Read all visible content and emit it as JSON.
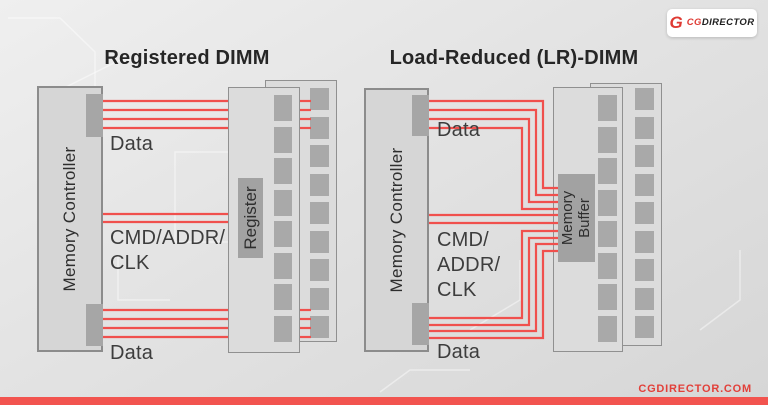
{
  "colors": {
    "wire_red": "#f0504d",
    "logo_red": "#df3a33",
    "footer_bar": "#f2544f",
    "footer_text": "#e2403a",
    "logo_dark": "#1f1f1f"
  },
  "logo": {
    "g_mark": "G",
    "word_red": "CG",
    "word_dark": "DIRECTOR"
  },
  "footer": {
    "site": "CGDIRECTOR.COM"
  },
  "diagrams": [
    {
      "title": "Registered DIMM",
      "controller_label": "Memory Controller",
      "buffer_chip_label": "Register",
      "label_data_top": "Data",
      "label_cmd": "CMD/ADDR/\nCLK",
      "label_data_bottom": "Data",
      "front_chip_count": 8,
      "back_chip_count": 9,
      "buses": [
        {
          "name": "Data (top)",
          "lines": 4,
          "buffered": false
        },
        {
          "name": "CMD/ADDR/CLK",
          "lines": 2,
          "buffered": true
        },
        {
          "name": "Data (bottom)",
          "lines": 4,
          "buffered": false
        }
      ]
    },
    {
      "title": "Load-Reduced (LR)-DIMM",
      "controller_label": "Memory Controller",
      "buffer_chip_label": "Memory\nBuffer",
      "label_data_top": "Data",
      "label_cmd": "CMD/\nADDR/\nCLK",
      "label_data_bottom": "Data",
      "front_chip_count": 8,
      "back_chip_count": 9,
      "buses": [
        {
          "name": "Data (top)",
          "lines": 4,
          "buffered": true
        },
        {
          "name": "CMD/ADDR/CLK",
          "lines": 2,
          "buffered": true
        },
        {
          "name": "Data (bottom)",
          "lines": 4,
          "buffered": true
        }
      ]
    }
  ]
}
